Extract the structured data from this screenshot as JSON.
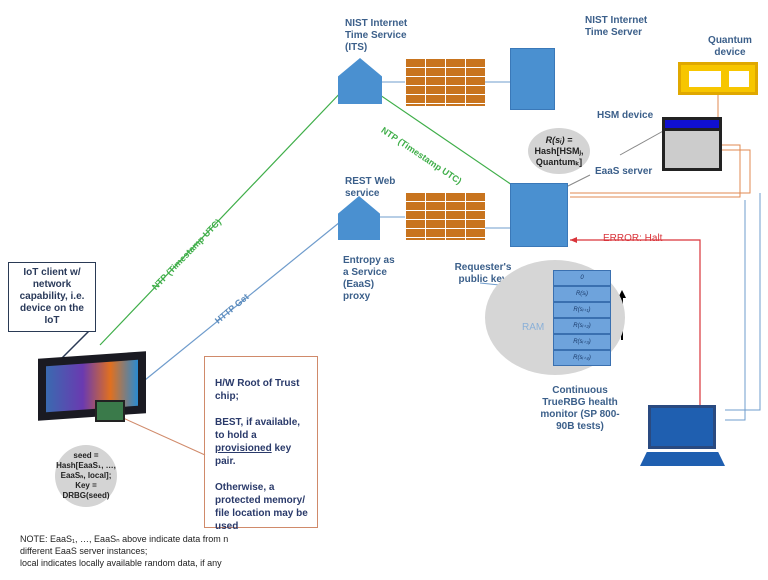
{
  "nist_its": {
    "label": "NIST Internet Time Service (ITS)"
  },
  "nist_server": {
    "label": "NIST Internet Time Server"
  },
  "quantum": {
    "label": "Quantum device"
  },
  "hsm": {
    "label": "HSM device"
  },
  "hash_bubble": {
    "line1": "R(sᵢ) =",
    "line2": "Hash[HSMⱼ,",
    "line3": "Quantumₖ]"
  },
  "eaas_server": {
    "label": "EaaS server"
  },
  "rest": {
    "label": "REST Web service"
  },
  "proxy": {
    "label": "Entropy as a Service (EaaS) proxy"
  },
  "error": {
    "label": "ERROR: Halt"
  },
  "requester": {
    "label": "Requester's public key"
  },
  "ram": {
    "label": "RAM",
    "stack": [
      "0",
      "R(sᵢ)",
      "R(sᵢ₊₁)",
      "R(sᵢ₊₂)",
      "R(sᵢ₊₃)",
      "R(sᵢ₊₄)"
    ]
  },
  "monitor": {
    "label": "Continuous TrueRBG health monitor (SP 800-90B tests)"
  },
  "ntp1": {
    "label": "NTP (Timestamp UTC)"
  },
  "ntp2": {
    "label": "NTP (Timestamp UTC)"
  },
  "http": {
    "label": "HTTP Get"
  },
  "iot": {
    "label": "IoT client w/ network capability, i.e. device on the IoT"
  },
  "seed": {
    "l1": "seed =",
    "l2": "Hash[EaaS₁, …,",
    "l3": "EaaSₙ, local];",
    "l4": "Key =",
    "l5": "DRBG(seed)"
  },
  "hw": {
    "p1": "H/W Root of Trust chip;",
    "p2a": "BEST, if available, to hold a ",
    "p2b": "provisioned",
    "p2c": " key pair.",
    "p3": "Otherwise, a protected memory/ file location may be used"
  },
  "note": {
    "l1": "NOTE: EaaS₁, …, EaaSₙ above indicate data from n",
    "l2": "different  EaaS server instances;",
    "l3": "local indicates locally available random data, if any"
  },
  "colors": {
    "ntp": "#3fae49",
    "http": "#6f9ccc",
    "error": "#d9343a",
    "entropy": "#e08a50",
    "server": "#4a90d0",
    "firewall": "#c8741e"
  }
}
